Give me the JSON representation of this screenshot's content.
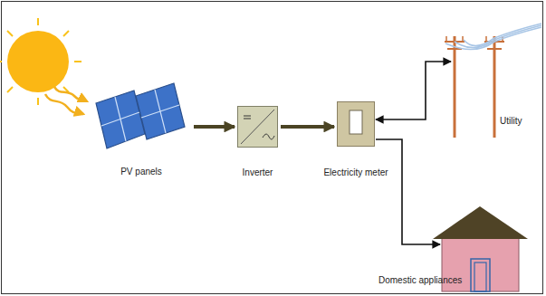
{
  "diagram": {
    "nodes": [
      {
        "text": [
          "PV panels"
        ]
      },
      {
        "text": [
          "Inverter"
        ]
      },
      {
        "text": [
          "Electricity meter"
        ]
      },
      {
        "text": [
          "Utility"
        ]
      },
      {
        "text": [
          "Domestic appliances"
        ]
      }
    ],
    "edges": [
      {
        "from": 0,
        "to": 1,
        "arrow": "to"
      },
      {
        "from": 1,
        "to": 2,
        "arrow": "to"
      },
      {
        "from": 2,
        "to": 3,
        "arrow": "both"
      },
      {
        "from": 2,
        "to": 4,
        "arrow": "to"
      }
    ]
  }
}
